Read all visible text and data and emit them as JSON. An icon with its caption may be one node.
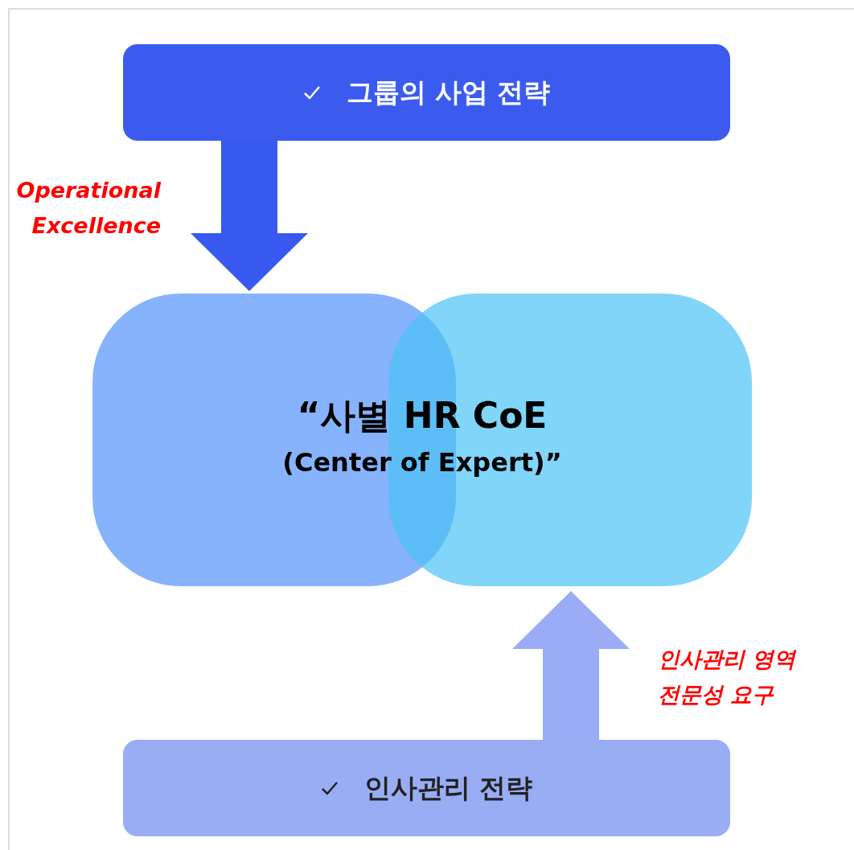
{
  "diagram": {
    "nodes": [
      {
        "text": [
          "그룹의 사업 전략"
        ]
      },
      {
        "text": [],
        "shape": "box"
      },
      {
        "text": [],
        "shape": "box"
      },
      {
        "text": [
          "인사관리 전략"
        ]
      }
    ],
    "edges": [
      {
        "from": 0,
        "to": 1,
        "arrow": "to",
        "style": "thick",
        "color": "#3859f0",
        "label": "Operational Excellence"
      },
      {
        "from": 3,
        "to": 2,
        "arrow": "to",
        "style": "thick",
        "color": "#99acf5",
        "label": "인사관리 영역 전문성 요구"
      }
    ],
    "labels": [
      "“사별 HR CoE",
      "(Center of Expert)”"
    ]
  }
}
